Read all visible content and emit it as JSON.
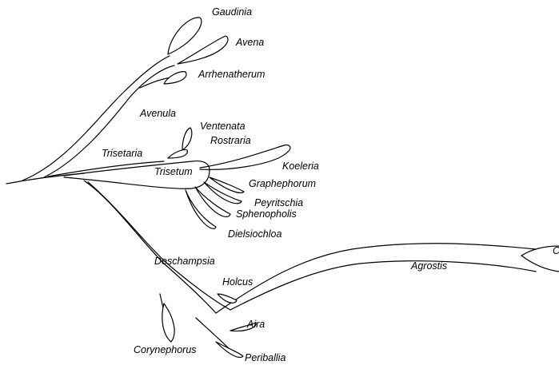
{
  "genera": {
    "gaudinia": "Gaudinia",
    "avena": "Avena",
    "arrhenatherum": "Arrhenatherum",
    "avenula": "Avenula",
    "ventenata": "Ventenata",
    "rostraria": "Rostraria",
    "trisetaria": "Trisetaria",
    "trisetum": "Trisetum",
    "koeleria": "Koeleria",
    "graphephorum": "Graphephorum",
    "peyritschia": "Peyritschia",
    "sphenopholis": "Sphenopholis",
    "dielsiochloa": "Dielsiochloa",
    "deschampsia": "Deschampsia",
    "holcus": "Holcus",
    "agrostis": "Agrostis",
    "aira": "Aira",
    "corynephorus": "Corynephorus",
    "periballia": "Periballia",
    "cut_off": "C"
  },
  "colors": {
    "ink": "#000000",
    "background": "#ffffff"
  }
}
